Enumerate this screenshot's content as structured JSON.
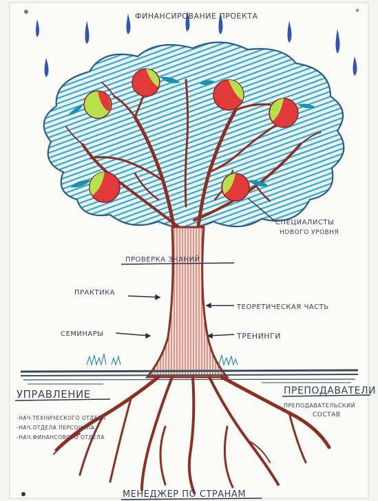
{
  "title": "ФИНАНСИРОВАНИЕ ПРОЕКТА",
  "labels": {
    "specialists_line1": "СПЕЦИАЛИСТЫ",
    "specialists_line2": "НОВОГО УРОВНЯ",
    "knowledge_check": "ПРОВЕРКА ЗНАНИЙ",
    "practice": "ПРАКТИКА",
    "theory": "ТЕОРЕТИЧЕСКАЯ ЧАСТЬ",
    "seminars": "СЕМИНАРЫ",
    "trainings": "ТРЕНИНГИ",
    "teachers_title": "ПРЕПОДАВАТЕЛИ",
    "teachers_sub1": "ПРЕПОДАВАТЕЛЬСКИЙ",
    "teachers_sub2": "СОСТАВ",
    "management_title": "УПРАВЛЕНИЕ",
    "management_items": [
      "-НАЧ.ТЕХНИЧЕСКОГО ОТДЕЛА",
      "-НАЧ.ОТДЕЛА ПЕРСОНАЛА",
      "-НАЧ.ФИНАНСОВОГО ОТДЕЛА"
    ],
    "bottom_label": "МЕНЕДЖЕР ПО СТРАНАМ"
  },
  "colors": {
    "paper": "#fbfbf8",
    "crown_hatch": "#3aa6c4",
    "crown_outline": "#2b5b8a",
    "trunk": "#9b3b2c",
    "rain": "#2f55b8",
    "apple_red": "#e23a3a",
    "apple_green": "#b8e04a",
    "leaf": "#1f8fb0",
    "ground": "#3b4a5a",
    "ink": "#3a3d5a"
  }
}
